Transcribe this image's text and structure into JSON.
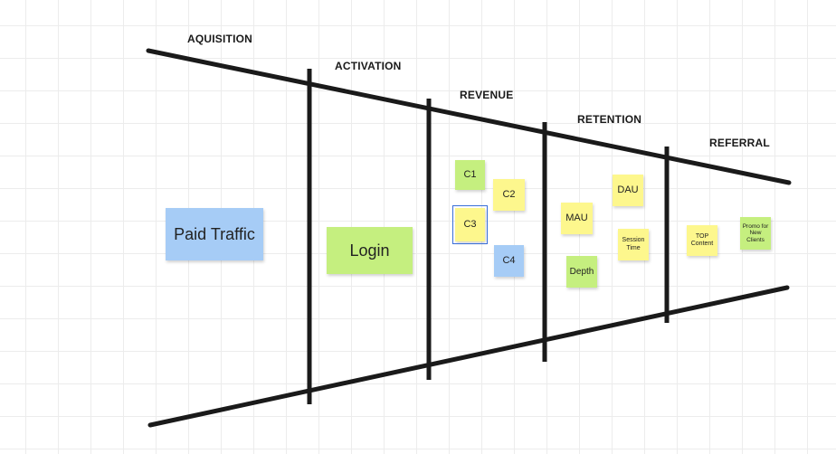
{
  "stages": {
    "acquisition": "AQUISITION",
    "activation": "ACTIVATION",
    "revenue": "REVENUE",
    "retention": "RETENTION",
    "referral": "REFERRAL"
  },
  "notes": {
    "paid_traffic": "Paid Traffic",
    "login": "Login",
    "c1": "C1",
    "c2": "C2",
    "c3": "C3",
    "c4": "C4",
    "mau": "MAU",
    "dau": "DAU",
    "session_time": "Session Time",
    "depth": "Depth",
    "top_content": "TOP Content",
    "promo": "Promo for New Clients"
  },
  "colors": {
    "yellow": "#fdf78d",
    "green": "#c5ef7f",
    "blue": "#a6ccf6",
    "line": "#1a1a1a",
    "selection": "#3a6fd8"
  }
}
